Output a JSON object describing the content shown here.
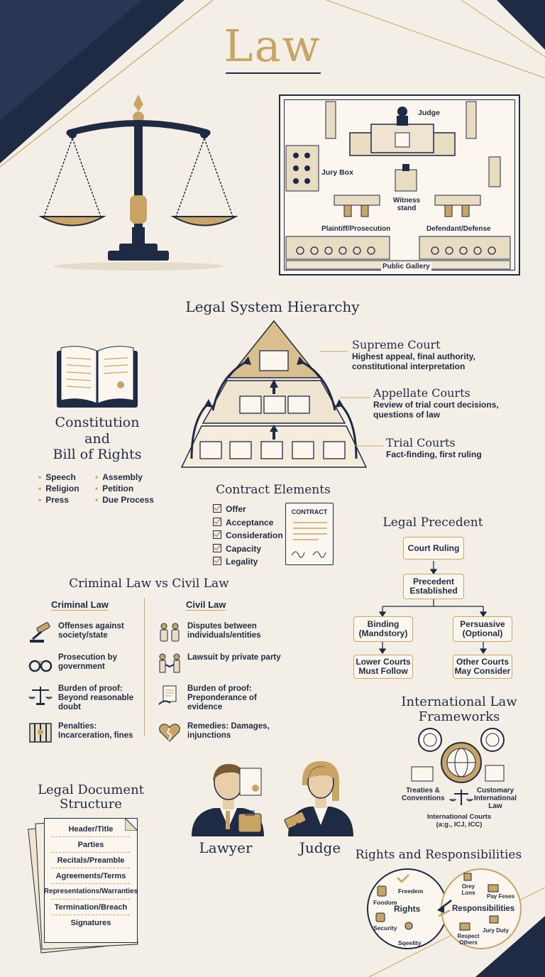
{
  "title": "Law",
  "courtroom": {
    "judge": "Judge",
    "jury_box": "Jury Box",
    "witness_stand": "Witness\nstand",
    "plaintiff": "Plaintiff/Prosecution",
    "defendant": "Defendant/Defense",
    "gallery": "Public Gallery"
  },
  "hierarchy": {
    "heading": "Legal System Hierarchy",
    "levels": [
      {
        "name": "Supreme Court",
        "desc": "Highest appeal, final authority, constitutional interpretation"
      },
      {
        "name": "Appellate Courts",
        "desc": "Review of trial court decisions, questions of law"
      },
      {
        "name": "Trial Courts",
        "desc": "Fact-finding, first ruling"
      }
    ]
  },
  "constitution": {
    "heading_line1": "Constitution",
    "heading_line2": "and",
    "heading_line3": "Bill of Rights",
    "col1": [
      "Speech",
      "Religion",
      "Press"
    ],
    "col2": [
      "Assembly",
      "Petition",
      "Due Process"
    ]
  },
  "contract": {
    "heading": "Contract Elements",
    "items": [
      "Offer",
      "Acceptance",
      "Consideration",
      "Capacity",
      "Legality"
    ],
    "doc_title": "CONTRACT"
  },
  "precedent": {
    "heading": "Legal Precedent",
    "court_ruling": "Court Ruling",
    "established": "Precedent Established",
    "binding": "Binding (Mandstory)",
    "persuasive": "Persuasive (Optional)",
    "lower": "Lower Courts Must Follow",
    "other": "Other Courts May Consider"
  },
  "crimciv": {
    "heading": "Criminal Law vs Civil Law",
    "criminal_title": "Criminal Law",
    "civil_title": "Civil Law",
    "criminal": [
      {
        "icon": "gavel-icon",
        "text": "Offenses against society/state"
      },
      {
        "icon": "handcuffs-icon",
        "text": "Prosecution by government"
      },
      {
        "icon": "scales-icon",
        "text": "Burden of proof: Beyond reasonable doubt"
      },
      {
        "icon": "jail-icon",
        "text": "Penalties: Incarceration, fines"
      }
    ],
    "civil": [
      {
        "icon": "dispute-people-icon",
        "text": "Disputes between individuals/entities"
      },
      {
        "icon": "handshake-icon",
        "text": "Lawsuit by private party"
      },
      {
        "icon": "document-hand-icon",
        "text": "Burden of proof: Preponderance of evidence"
      },
      {
        "icon": "broken-heart-icon",
        "text": "Remedies: Damages, injunctions"
      }
    ]
  },
  "international": {
    "heading_line1": "International Law",
    "heading_line2": "Frameworks",
    "treaties": "Treaties & Conventions",
    "customary": "Customary International Law",
    "courts": "International Courts (a:g., ICJ, ICC)"
  },
  "document": {
    "heading_line1": "Legal Document",
    "heading_line2": "Structure",
    "sections": [
      "Header/Title",
      "Parties",
      "Recitals/Preamble",
      "Agreements/Terms",
      "Representations/Warranties",
      "Termination/Breach",
      "Signatures"
    ]
  },
  "people": {
    "lawyer": "Lawyer",
    "judge": "Judge"
  },
  "rights": {
    "heading": "Rights and Responsibilities",
    "rights_label": "Rights",
    "resp_label": "Responsibilities",
    "rights_items": [
      "Freedem",
      "Foodom",
      "Security",
      "Sqeelity"
    ],
    "resp_items": [
      "Orey Lons",
      "Pay Feses",
      "Respect Others",
      "Jury Duty"
    ]
  },
  "colors": {
    "navy": "#1f2a44",
    "gold": "#c9a464",
    "background": "#f4efe6"
  }
}
